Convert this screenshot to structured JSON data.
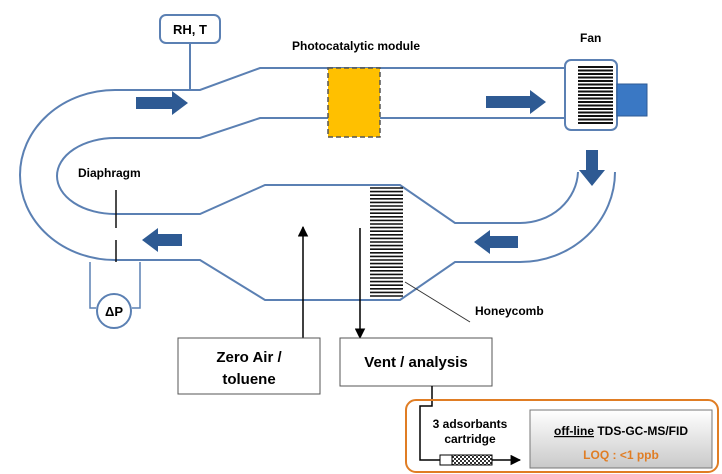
{
  "labels": {
    "rh_t": "RH, T",
    "photocatalytic_module": "Photocatalytic module",
    "fan": "Fan",
    "diaphragm": "Diaphragm",
    "delta_p": "ΔP",
    "honeycomb": "Honeycomb",
    "zero_air_line1": "Zero Air /",
    "zero_air_line2": "toluene",
    "vent": "Vent / analysis",
    "cartridge_line1": "3 adsorbants",
    "cartridge_line2": "cartridge",
    "offline_underlined": "off-line",
    "offline_rest": " TDS-GC-MS/FID",
    "loq": "LOQ : <1 ppb"
  },
  "colors": {
    "pipe": "#5b80b3",
    "arrow": "#2e5a93",
    "module_fill": "#ffc000",
    "fan_motor": "#3a78c4",
    "analysis_border": "#e07d24",
    "loq_text": "#e07d24"
  },
  "icons": {
    "flow_arrow": "flow-arrow-icon",
    "fan": "fan-icon",
    "motor": "motor-icon"
  }
}
